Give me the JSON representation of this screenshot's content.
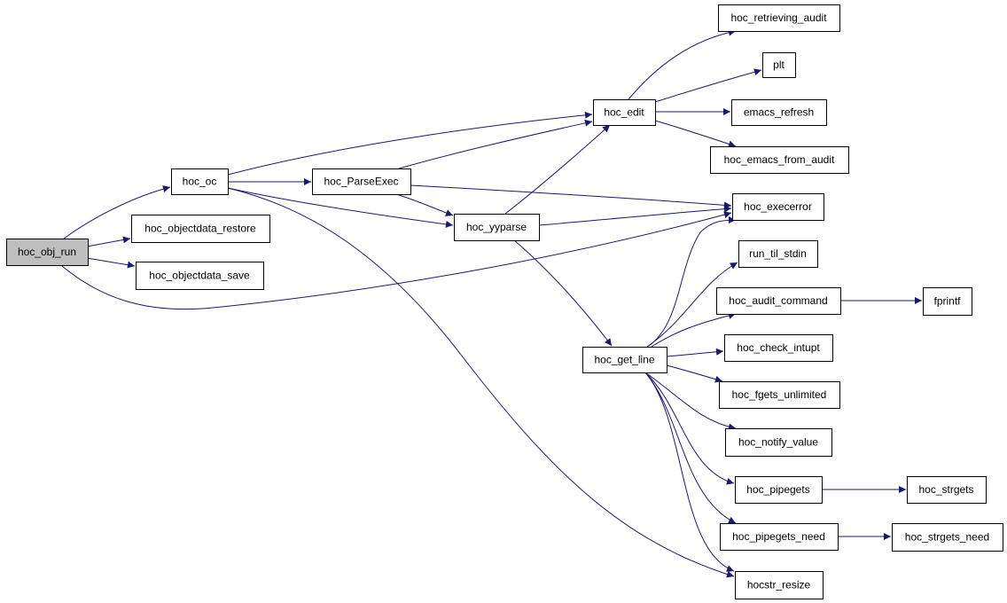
{
  "colors": {
    "edge": "#191970",
    "node_border": "#000000",
    "root_fill": "#bfbfbf",
    "node_fill": "#ffffff"
  },
  "nodes": [
    {
      "id": "hoc_obj_run",
      "label": "hoc_obj_run"
    },
    {
      "id": "hoc_oc",
      "label": "hoc_oc"
    },
    {
      "id": "hoc_objectdata_restore",
      "label": "hoc_objectdata_restore"
    },
    {
      "id": "hoc_objectdata_save",
      "label": "hoc_objectdata_save"
    },
    {
      "id": "hoc_ParseExec",
      "label": "hoc_ParseExec"
    },
    {
      "id": "hoc_yyparse",
      "label": "hoc_yyparse"
    },
    {
      "id": "hoc_edit",
      "label": "hoc_edit"
    },
    {
      "id": "hoc_get_line",
      "label": "hoc_get_line"
    },
    {
      "id": "hoc_retrieving_audit",
      "label": "hoc_retrieving_audit"
    },
    {
      "id": "plt",
      "label": "plt"
    },
    {
      "id": "emacs_refresh",
      "label": "emacs_refresh"
    },
    {
      "id": "hoc_emacs_from_audit",
      "label": "hoc_emacs_from_audit"
    },
    {
      "id": "hoc_execerror",
      "label": "hoc_execerror"
    },
    {
      "id": "run_til_stdin",
      "label": "run_til_stdin"
    },
    {
      "id": "hoc_audit_command",
      "label": "hoc_audit_command"
    },
    {
      "id": "hoc_check_intupt",
      "label": "hoc_check_intupt"
    },
    {
      "id": "hoc_fgets_unlimited",
      "label": "hoc_fgets_unlimited"
    },
    {
      "id": "hoc_notify_value",
      "label": "hoc_notify_value"
    },
    {
      "id": "hoc_pipegets",
      "label": "hoc_pipegets"
    },
    {
      "id": "hoc_pipegets_need",
      "label": "hoc_pipegets_need"
    },
    {
      "id": "hocstr_resize",
      "label": "hocstr_resize"
    },
    {
      "id": "fprintf",
      "label": "fprintf"
    },
    {
      "id": "hoc_strgets",
      "label": "hoc_strgets"
    },
    {
      "id": "hoc_strgets_need",
      "label": "hoc_strgets_need"
    }
  ],
  "edges": [
    [
      "hoc_obj_run",
      "hoc_oc"
    ],
    [
      "hoc_obj_run",
      "hoc_objectdata_restore"
    ],
    [
      "hoc_obj_run",
      "hoc_objectdata_save"
    ],
    [
      "hoc_obj_run",
      "hoc_execerror"
    ],
    [
      "hoc_oc",
      "hoc_ParseExec"
    ],
    [
      "hoc_oc",
      "hoc_edit"
    ],
    [
      "hoc_oc",
      "hoc_yyparse"
    ],
    [
      "hoc_oc",
      "hocstr_resize"
    ],
    [
      "hoc_ParseExec",
      "hoc_edit"
    ],
    [
      "hoc_ParseExec",
      "hoc_yyparse"
    ],
    [
      "hoc_ParseExec",
      "hoc_execerror"
    ],
    [
      "hoc_yyparse",
      "hoc_edit"
    ],
    [
      "hoc_yyparse",
      "hoc_execerror"
    ],
    [
      "hoc_yyparse",
      "hoc_get_line"
    ],
    [
      "hoc_edit",
      "hoc_retrieving_audit"
    ],
    [
      "hoc_edit",
      "plt"
    ],
    [
      "hoc_edit",
      "emacs_refresh"
    ],
    [
      "hoc_edit",
      "hoc_emacs_from_audit"
    ],
    [
      "hoc_get_line",
      "hoc_execerror"
    ],
    [
      "hoc_get_line",
      "run_til_stdin"
    ],
    [
      "hoc_get_line",
      "hoc_audit_command"
    ],
    [
      "hoc_get_line",
      "hoc_check_intupt"
    ],
    [
      "hoc_get_line",
      "hoc_fgets_unlimited"
    ],
    [
      "hoc_get_line",
      "hoc_notify_value"
    ],
    [
      "hoc_get_line",
      "hoc_pipegets"
    ],
    [
      "hoc_get_line",
      "hoc_pipegets_need"
    ],
    [
      "hoc_get_line",
      "hocstr_resize"
    ],
    [
      "hoc_audit_command",
      "fprintf"
    ],
    [
      "hoc_pipegets",
      "hoc_strgets"
    ],
    [
      "hoc_pipegets_need",
      "hoc_strgets_need"
    ]
  ]
}
